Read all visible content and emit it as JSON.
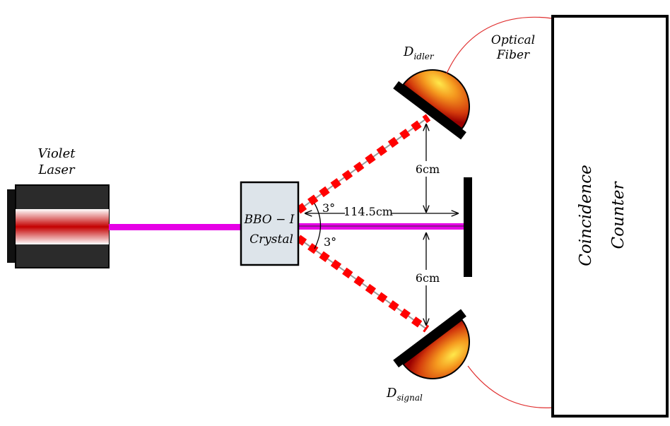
{
  "labels": {
    "laser_line1": "Violet",
    "laser_line2": "Laser",
    "crystal_line1": "BBO − I",
    "crystal_line2": "Crystal",
    "idler_detector_base": "D",
    "idler_detector_sub": "idler",
    "signal_detector_base": "D",
    "signal_detector_sub": "signal",
    "fiber_line1": "Optical",
    "fiber_line2": "Fiber",
    "counter_line1": "Coincidence",
    "counter_line2": "Counter",
    "angle_upper": "3°",
    "angle_lower": "3°",
    "distance_horizontal": "114.5cm",
    "distance_upper": "6cm",
    "distance_lower": "6cm"
  },
  "colors": {
    "pump_beam": "#e600e6",
    "entangled_beam": "#ff0000",
    "laser_body": "#2b2b2b",
    "laser_core": "#c40000",
    "crystal_fill": "#dde4ea",
    "detector_glow": "#ffdf3a",
    "detector_edge": "#a80000",
    "fiber": "#e03030",
    "outline": "#000000"
  }
}
